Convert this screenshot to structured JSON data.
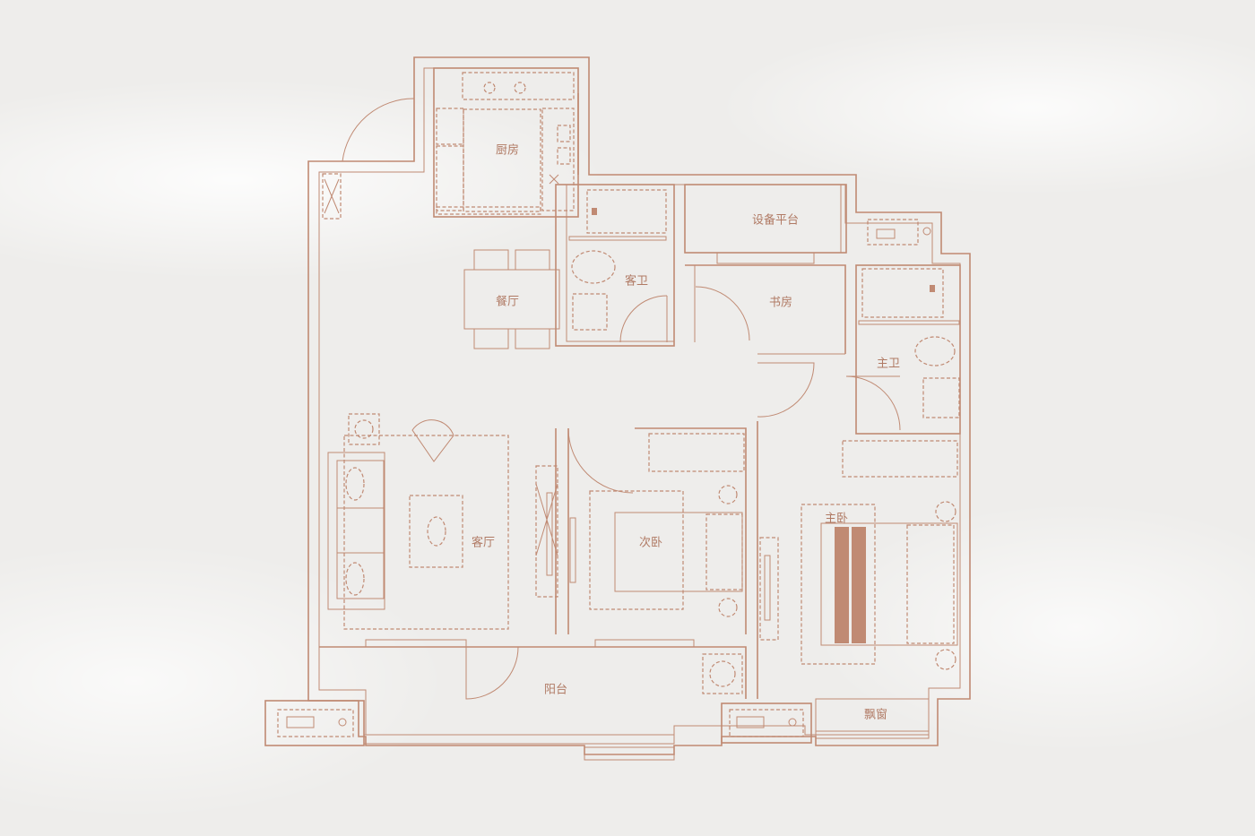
{
  "floorplan": {
    "rooms": [
      {
        "id": "kitchen",
        "label": "厨房"
      },
      {
        "id": "dining",
        "label": "餐厅"
      },
      {
        "id": "guest-bath",
        "label": "客卫"
      },
      {
        "id": "equipment",
        "label": "设备平台"
      },
      {
        "id": "study",
        "label": "书房"
      },
      {
        "id": "master-bath",
        "label": "主卫"
      },
      {
        "id": "living",
        "label": "客厅"
      },
      {
        "id": "second-bed",
        "label": "次卧"
      },
      {
        "id": "master-bed",
        "label": "主卧"
      },
      {
        "id": "balcony",
        "label": "阳台"
      },
      {
        "id": "bay-window",
        "label": "飘窗"
      }
    ]
  },
  "colors": {
    "line": "#c08a73",
    "label": "#b07a64",
    "background": "#eeedeb"
  }
}
